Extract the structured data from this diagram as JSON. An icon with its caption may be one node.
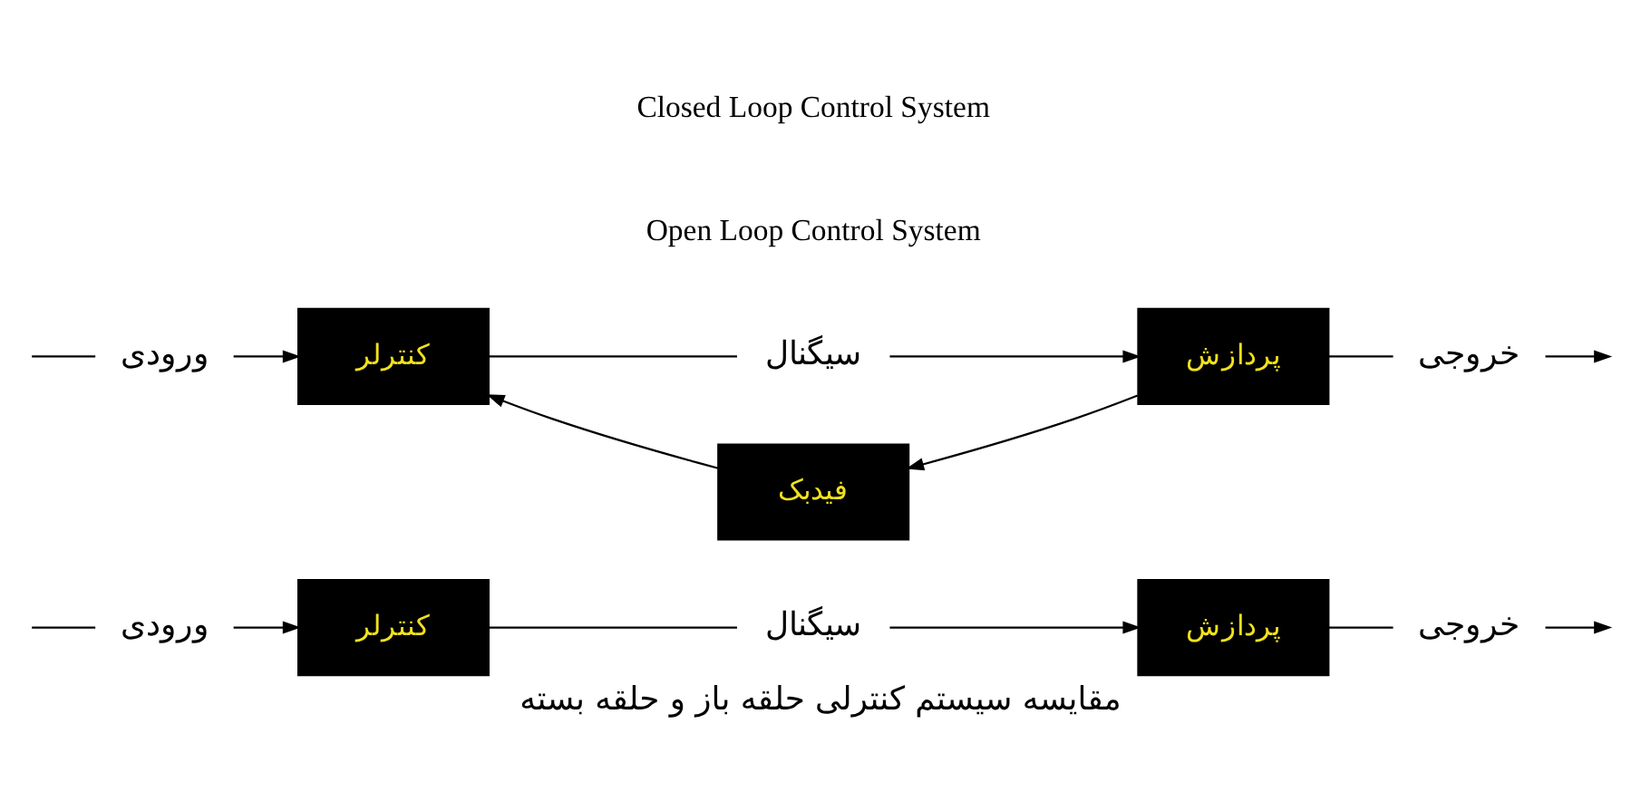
{
  "diagram": {
    "caption": "مقایسه سیستم کنترلی حلقه باز و حلقه بسته",
    "nodes": [
      {
        "text": [
          "ورودی"
        ]
      },
      {
        "text": [
          "کنترلر"
        ]
      },
      {
        "text": [
          "سیگنال"
        ]
      },
      {
        "text": [
          "پردازش"
        ]
      },
      {
        "text": [
          "خروجی"
        ]
      },
      {
        "text": [
          "ورودی"
        ]
      },
      {
        "text": [
          "کنترلر"
        ]
      },
      {
        "text": [
          "سیگنال"
        ]
      },
      {
        "text": [
          "پردازش"
        ]
      },
      {
        "text": [
          "خروجی"
        ]
      },
      {
        "text": [
          "فیدبک"
        ]
      }
    ],
    "edges": [
      {
        "from": null,
        "to": 0,
        "arrow": "none"
      },
      {
        "from": 0,
        "to": 1,
        "arrow": "to"
      },
      {
        "from": 1,
        "to": 2,
        "arrow": "none"
      },
      {
        "from": 2,
        "to": 3,
        "arrow": "to"
      },
      {
        "from": 3,
        "to": 4,
        "arrow": "none"
      },
      {
        "from": 4,
        "to": null,
        "arrow": "to"
      },
      {
        "from": null,
        "to": 5,
        "arrow": "none"
      },
      {
        "from": 5,
        "to": 6,
        "arrow": "to"
      },
      {
        "from": 6,
        "to": 7,
        "arrow": "none"
      },
      {
        "from": 7,
        "to": 8,
        "arrow": "to"
      },
      {
        "from": 8,
        "to": 9,
        "arrow": "none"
      },
      {
        "from": 9,
        "to": null,
        "arrow": "to"
      },
      {
        "from": 8,
        "to": 10,
        "arrow": "to"
      },
      {
        "from": 10,
        "to": 6,
        "arrow": "to"
      }
    ],
    "labels": [
      "Open Loop Control System",
      "Closed Loop Control System"
    ]
  }
}
